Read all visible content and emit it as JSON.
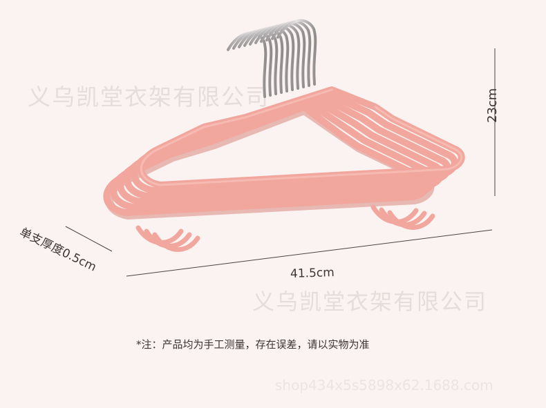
{
  "watermarks": {
    "company_top": "义乌凯堂衣架有限公司",
    "company_mid": "义乌凯堂衣架有限公司",
    "shop_url": "shop434x5s5898x62.1688.com"
  },
  "dimensions": {
    "height": "23cm",
    "width": "41.5cm",
    "thickness": "单支厚度0.5cm"
  },
  "note": "*注：产品均为手工测量，存在误差，请以实物为准",
  "colors": {
    "background": "#fbf3f1",
    "hanger_pink": "#f1a79e",
    "hanger_shadow": "#d9877e",
    "hook_metal": "#c9c7c8"
  }
}
